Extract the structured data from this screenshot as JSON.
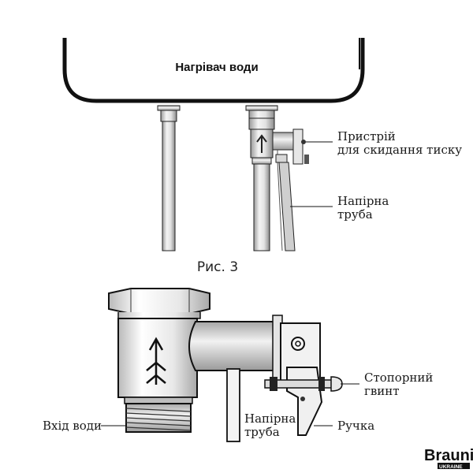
{
  "figure3": {
    "heater_label": "Нагрівач води",
    "device_label_line1": "Пристрій",
    "device_label_line2": "для скидання тиску",
    "pipe_label_line1": "Напірна",
    "pipe_label_line2": "труба",
    "caption": "Рис. 3"
  },
  "detail": {
    "screw_label_line1": "Стопорний",
    "screw_label_line2": "гвинт",
    "inlet_label": "Вхід води",
    "pipe_label_line1": "Напірна",
    "pipe_label_line2": "труба",
    "handle_label": "Ручка"
  },
  "logo": {
    "brand_name": "Brauni",
    "brand_sub": "UKRAINE"
  },
  "colors": {
    "line": "#1a1a1a",
    "metal_light": "#ececec",
    "metal_mid": "#c9c9c9",
    "metal_dark": "#8f8f8f"
  }
}
